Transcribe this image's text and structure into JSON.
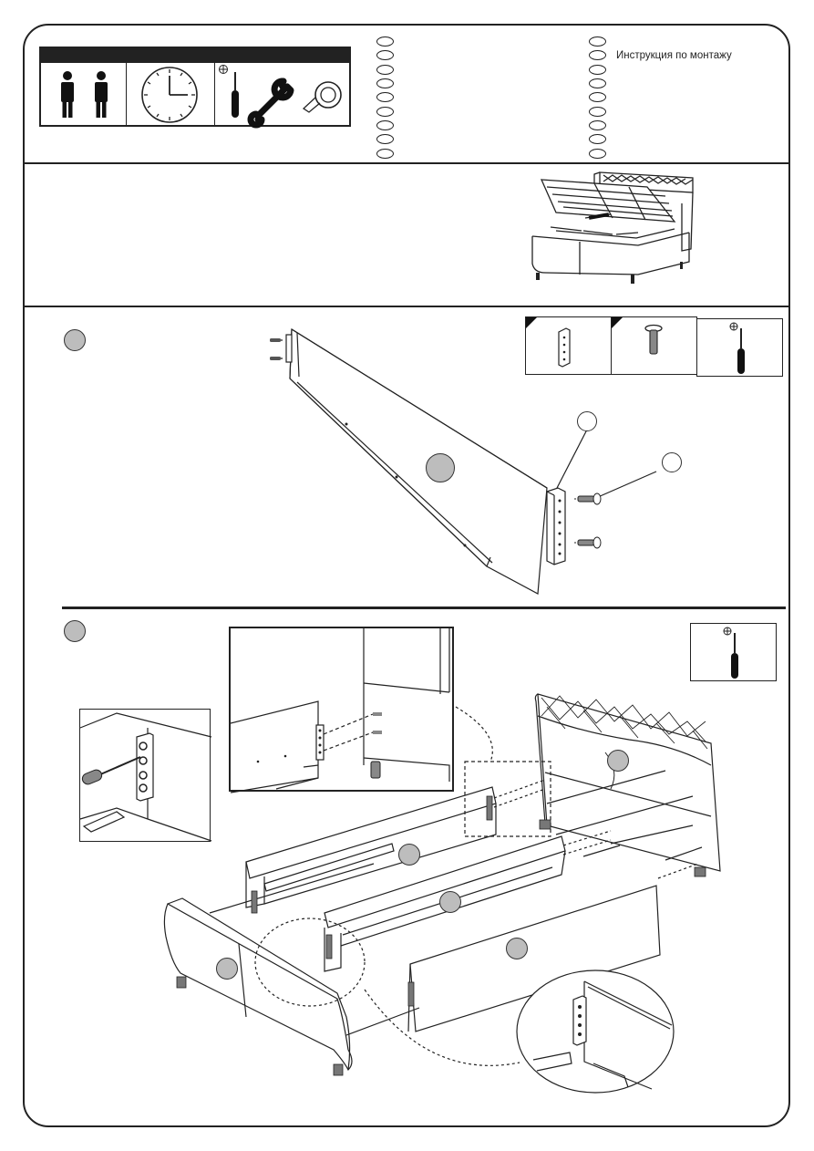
{
  "header": {
    "languages": [
      {
        "text": ""
      },
      {
        "text": ""
      },
      {
        "text": ""
      },
      {
        "text": ""
      },
      {
        "text": ""
      },
      {
        "text": ""
      },
      {
        "text": ""
      },
      {
        "text": ""
      },
      {
        "text": ""
      }
    ],
    "languages_right": [
      {
        "text": ""
      },
      {
        "text": "Инструкция по монтажу"
      },
      {
        "text": ""
      },
      {
        "text": ""
      },
      {
        "text": ""
      },
      {
        "text": ""
      },
      {
        "text": ""
      },
      {
        "text": ""
      },
      {
        "text": ""
      }
    ],
    "requirements": {
      "persons_icon": "two-persons-icon",
      "time_icon": "clock-icon",
      "tools_icon": "screwdriver-wrench-tape-icon"
    }
  },
  "overview": {
    "illustration": "storage-bed-with-lifted-base"
  },
  "steps": [
    {
      "id": "step-1",
      "badge": "",
      "parts_icons": [
        "bracket-icon",
        "bolt-icon",
        "phillips-screwdriver-icon"
      ],
      "callouts": [
        "",
        ""
      ],
      "part_label": ""
    },
    {
      "id": "step-2",
      "badge": "",
      "tool_icon": "phillips-screwdriver-icon",
      "part_labels": [
        "",
        "",
        "",
        "",
        ""
      ]
    }
  ],
  "colors": {
    "line": "#222222",
    "badge_fill": "#bdbdbd"
  }
}
